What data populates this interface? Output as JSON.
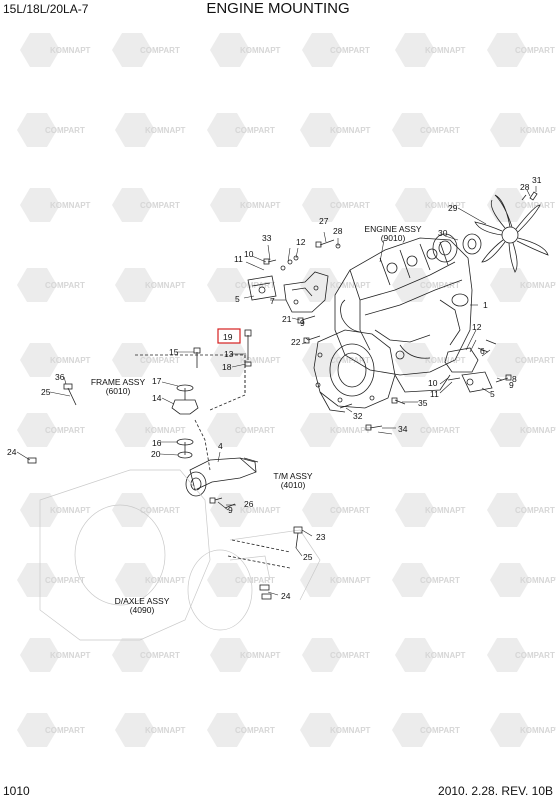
{
  "header": {
    "model": "15L/18L/20LA-7",
    "title": "ENGINE MOUNTING"
  },
  "footer": {
    "page": "1010",
    "revision": "2010. 2.28. REV. 10B"
  },
  "watermark": {
    "left": "KOMNAPT",
    "right": "COMPART"
  },
  "assemblies": [
    {
      "name": "ENGINE ASSY",
      "code": "(9010)"
    },
    {
      "name": "FRAME ASSY",
      "code": "(6010)"
    },
    {
      "name": "T/M ASSY",
      "code": "(4010)"
    },
    {
      "name": "D/AXLE ASSY",
      "code": "(4090)"
    }
  ],
  "part_callouts": [
    "1",
    "4",
    "5",
    "5",
    "6",
    "7",
    "8",
    "9",
    "9",
    "9",
    "10",
    "10",
    "11",
    "11",
    "12",
    "12",
    "13",
    "14",
    "15",
    "16",
    "17",
    "18",
    "19",
    "20",
    "21",
    "22",
    "23",
    "24",
    "24",
    "25",
    "25",
    "26",
    "27",
    "28",
    "28",
    "29",
    "30",
    "31",
    "32",
    "33",
    "34",
    "35",
    "36"
  ],
  "highlighted_callout": "19",
  "colors": {
    "highlight": "#d62020",
    "line": "#222222",
    "watermark": "#d6d6d6"
  }
}
